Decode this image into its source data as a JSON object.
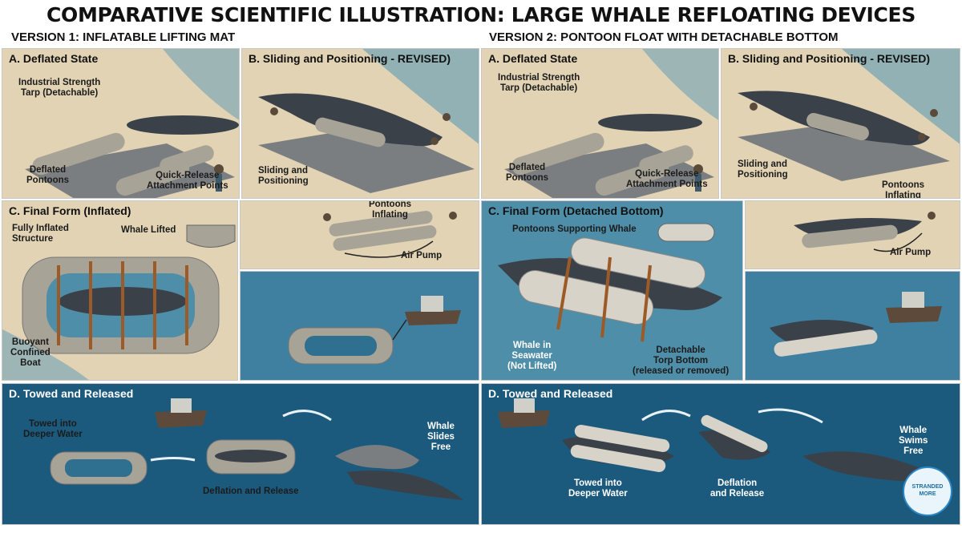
{
  "title": "COMPARATIVE SCIENTIFIC ILLUSTRATION: LARGE WHALE REFLOATING DEVICES",
  "versions": [
    {
      "title": "VERSION 1: INFLATABLE LIFTING MAT",
      "panel_a": {
        "title": "A. Deflated State",
        "labels": [
          "Industrial Strength\nTarp (Detachable)",
          "Deflated\nPontoons",
          "Quick-Release\nAttachment Points"
        ]
      },
      "panel_b": {
        "title": "B. Sliding and Positioning - REVISED)",
        "labels": [
          "Sliding and\nPositioning"
        ]
      },
      "panel_c": {
        "title": "C. Final Form (Inflated)",
        "labels": [
          "Fully Inflated\nStructure",
          "Whale Lifted",
          "Buoyant\nConfined\nBoat"
        ]
      },
      "panel_pump": {
        "labels": [
          "Pontoons\nInflating",
          "Air Pump"
        ]
      },
      "panel_d": {
        "title": "D. Towed and Released",
        "labels": [
          "Towed into\nDeeper Water",
          "Deflation and Release",
          "Whale\nSlides\nFree"
        ]
      }
    },
    {
      "title": "VERSION 2: PONTOON FLOAT WITH DETACHABLE BOTTOM",
      "panel_a": {
        "title": "A. Deflated State",
        "labels": [
          "Industrial Strength\nTarp (Detachable)",
          "Deflated\nPontoons",
          "Quick-Release\nAttachment Points"
        ]
      },
      "panel_b": {
        "title": "B. Sliding and Positioning - REVISED)",
        "labels": [
          "Sliding and\nPositioning",
          "Pontoons\nInflating"
        ]
      },
      "panel_c": {
        "title": "C. Final Form (Detached Bottom)",
        "labels": [
          "Pontoons Supporting Whale",
          "Whale in\nSeawater\n(Not Lifted)",
          "Detachable\nTorp Bottom\n(released or removed)"
        ]
      },
      "panel_pump": {
        "labels": [
          "Air Pump"
        ]
      },
      "panel_d": {
        "title": "D. Towed and Released",
        "labels": [
          "Towed into\nDeeper Water",
          "Deflation\nand Release",
          "Whale\nSwims\nFree"
        ]
      }
    }
  ],
  "watermark": {
    "top": "STRANDED",
    "bottom": "MORE"
  },
  "colors": {
    "sand": "#e2d3b4",
    "sea": "#3f7f9f",
    "deep_sea": "#1c5a7d",
    "pontoon": "#a8a397",
    "whale": "#3a4149"
  }
}
